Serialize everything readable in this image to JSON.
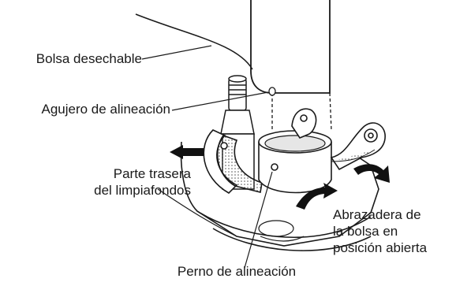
{
  "labels": {
    "bolsa_desechable": "Bolsa desechable",
    "agujero_alineacion": "Agujero de alineación",
    "parte_trasera": [
      "Parte trasera",
      "del limpiafondos"
    ],
    "abrazadera": [
      "Abrazadera de",
      "la bolsa en",
      "posición abierta"
    ],
    "perno_alineacion": "Perno de alineación"
  },
  "colors": {
    "line": "#1a1a1a",
    "fill": "#ffffff",
    "shade": "#bdbdbd",
    "arrow": "#111111"
  }
}
